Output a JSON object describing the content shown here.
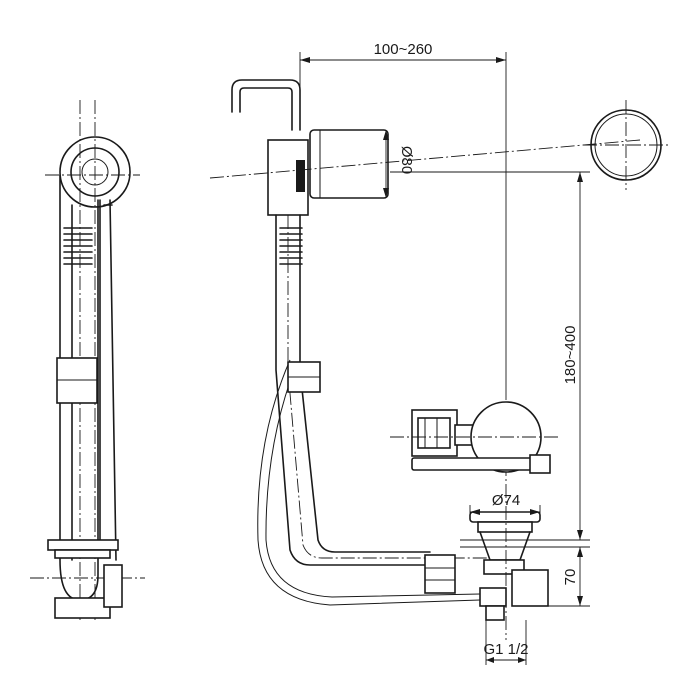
{
  "dimensions": {
    "overflow_spacing": "100~260",
    "overflow_diameter": "Ø80",
    "overflow_height": "180~400",
    "waste_diameter": "Ø74",
    "waste_height": "70",
    "outlet_thread": "G1 1/2"
  },
  "colors": {
    "line": "#1a1a1a",
    "background": "#ffffff"
  }
}
